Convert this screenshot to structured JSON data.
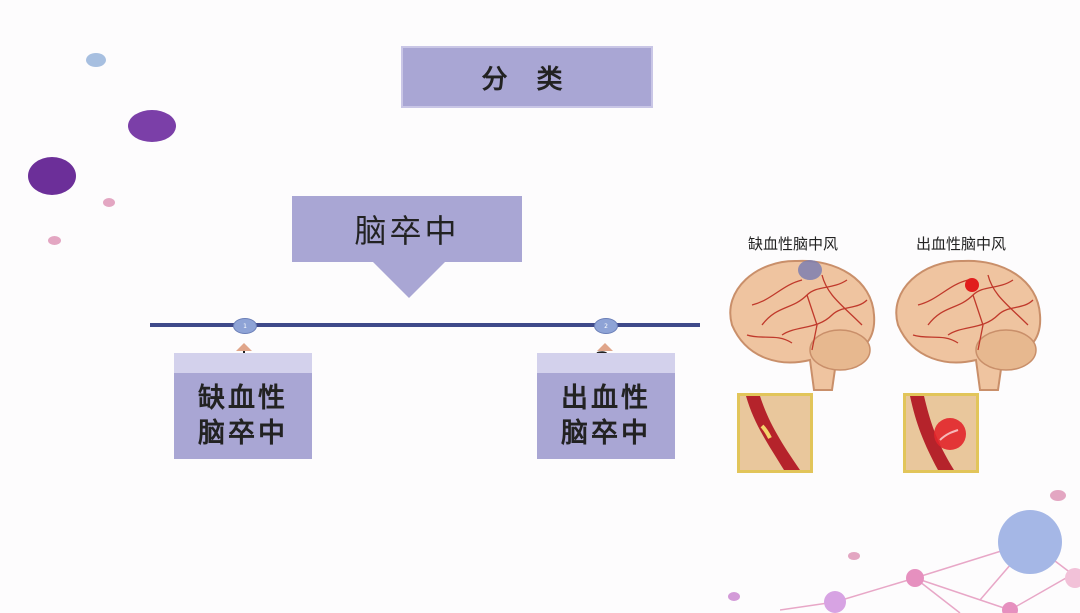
{
  "title": "分 类",
  "main": {
    "label": "脑卒中"
  },
  "timeline": {
    "nodes": [
      {
        "label": "1"
      },
      {
        "label": "2"
      }
    ],
    "node2_marker": "2"
  },
  "types": [
    {
      "line1": "缺血性",
      "line2": "脑卒中"
    },
    {
      "line1": "出血性",
      "line2": "脑卒中"
    }
  ],
  "illustrations": {
    "ischemic_caption": "缺血性脑中风",
    "hemorrhagic_caption": "出血性脑中风"
  },
  "colors": {
    "box": "#a9a6d4",
    "box_header": "#d3d1ec",
    "line": "#3f4a8a",
    "dot_purple": "#7a3aa3"
  }
}
